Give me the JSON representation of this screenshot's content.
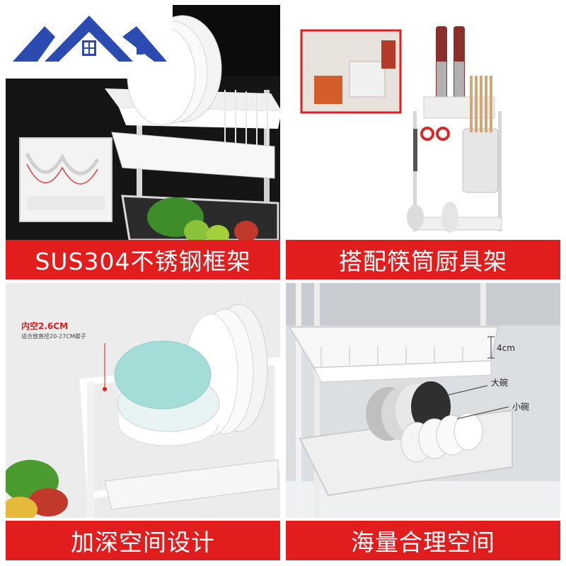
{
  "banners": {
    "top_left": "SUS304不锈钢框架",
    "top_right": "搭配筷筒厨具架",
    "bottom_left": "加深空间设计",
    "bottom_right": "海量合理空间"
  },
  "annotations": {
    "inner_space": "内空2.6CM",
    "plate_fit": "适合放直径20-27CM碟子",
    "height_4cm": "4cm",
    "large_bowl": "大碗",
    "small_bowl": "小碗"
  },
  "colors": {
    "banner_red": "#e11d1d",
    "logo_blue": "#2c4bb0"
  }
}
